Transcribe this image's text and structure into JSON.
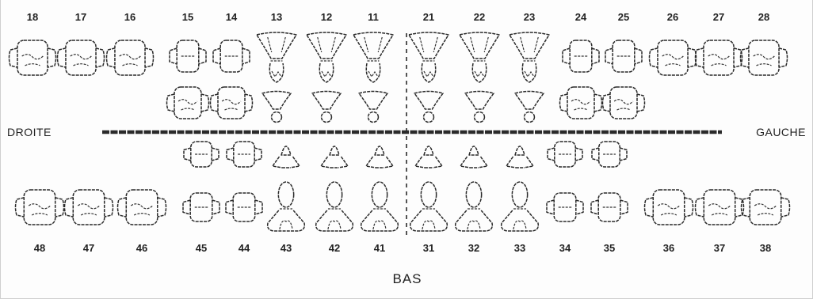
{
  "diagram": {
    "side_labels": {
      "left": "DROITE",
      "right": "GAUCHE"
    },
    "bottom_label": "BAS",
    "upper_numbers": [
      "18",
      "17",
      "16",
      "15",
      "14",
      "13",
      "12",
      "11",
      "21",
      "22",
      "23",
      "24",
      "25",
      "26",
      "27",
      "28"
    ],
    "lower_numbers": [
      "48",
      "47",
      "46",
      "45",
      "44",
      "43",
      "42",
      "41",
      "31",
      "32",
      "33",
      "34",
      "35",
      "36",
      "37",
      "38"
    ],
    "colors": {
      "line": "#2a2a2a",
      "background": "#fdfdfd"
    }
  }
}
